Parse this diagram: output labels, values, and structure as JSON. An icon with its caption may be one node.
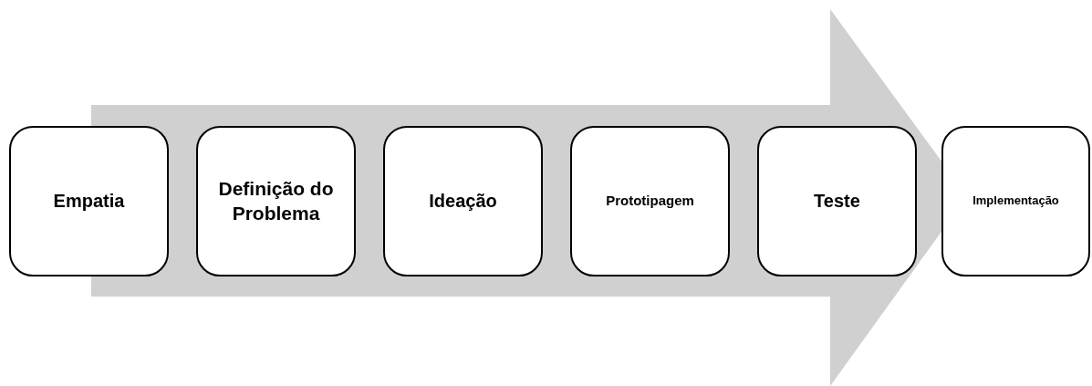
{
  "diagram": {
    "nodes": [
      {
        "text": [
          "Empatia"
        ]
      },
      {
        "text": [
          "Definição do Problema"
        ]
      },
      {
        "text": [
          "Ideação"
        ]
      },
      {
        "text": [
          "Prototipagem"
        ]
      },
      {
        "text": [
          "Teste"
        ]
      },
      {
        "text": [
          "Implementação"
        ]
      }
    ],
    "edges": []
  }
}
